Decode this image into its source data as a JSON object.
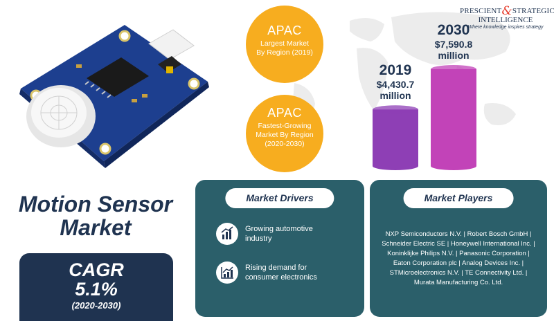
{
  "logo": {
    "part1": "PRESCIENT",
    "amp": "&",
    "part2": "STRATEGIC",
    "line2": "INTELLIGENCE",
    "tagline": "Where knowledge inspires strategy"
  },
  "region_largest": {
    "heading": "APAC",
    "line1": "Largest Market",
    "line2": "By Region (2019)"
  },
  "region_fastest": {
    "heading": "APAC",
    "line1": "Fastest-Growing",
    "line2": "Market By Region",
    "line3": "(2020-2030)"
  },
  "chart_data": {
    "type": "bar",
    "categories": [
      "2019",
      "2030"
    ],
    "values": [
      4430.7,
      7590.8
    ],
    "value_labels": [
      "$4,430.7 million",
      "$7,590.8 million"
    ],
    "units": "USD million",
    "colors": [
      "#8e3fb5",
      "#c243b8"
    ],
    "title": "",
    "xlabel": "",
    "ylabel": ""
  },
  "bar_labels": [
    {
      "year": "2019",
      "value_line1": "$4,430.7",
      "value_line2": "million"
    },
    {
      "year": "2030",
      "value_line1": "$7,590.8",
      "value_line2": "million"
    }
  ],
  "title": {
    "line1": "Motion Sensor",
    "line2": "Market"
  },
  "cagr": {
    "label": "CAGR",
    "value": "5.1%",
    "period": "(2020-2030)"
  },
  "drivers": {
    "heading": "Market Drivers",
    "items": [
      {
        "icon": "bar-chart-growth-icon",
        "line1": "Growing automotive",
        "line2": "industry"
      },
      {
        "icon": "trend-up-chart-icon",
        "line1": "Rising demand for",
        "line2": "consumer electronics"
      }
    ]
  },
  "players": {
    "heading": "Market Players",
    "lines": [
      "NXP Semiconductors N.V. | Robert Bosch GmbH |",
      "Schneider Electric SE | Honeywell International Inc. |",
      "Koninklijke Philips N.V. | Panasonic Corporation |",
      "Eaton Corporation plc | Analog Devices Inc. |",
      "STMicroelectronics N.V. | TE Connectivity Ltd. |",
      "Murata Manufacturing Co. Ltd."
    ]
  },
  "colors": {
    "navy": "#1f3350",
    "teal_panel": "#2b5f6a",
    "amber": "#f7ad1f",
    "accent_red": "#e63a2a"
  }
}
